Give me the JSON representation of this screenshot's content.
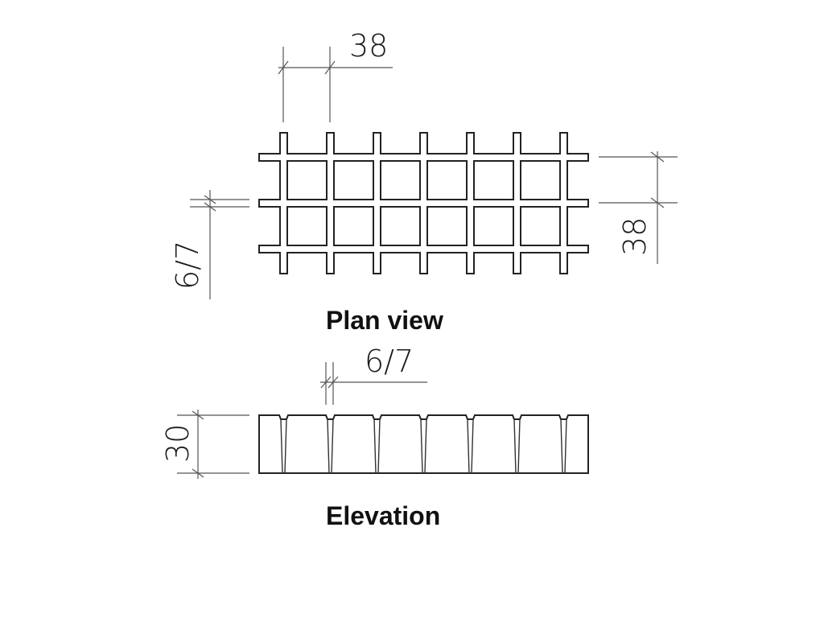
{
  "plan_view": {
    "caption": "Plan view",
    "mesh_width_label": "38",
    "mesh_height_label": "38",
    "bar_thickness_label": "6/7"
  },
  "elevation": {
    "caption": "Elevation",
    "bar_thickness_label": "6/7",
    "height_label": "30"
  },
  "colors": {
    "line": "#222222",
    "dimension": "#555555",
    "caption": "#111111"
  }
}
